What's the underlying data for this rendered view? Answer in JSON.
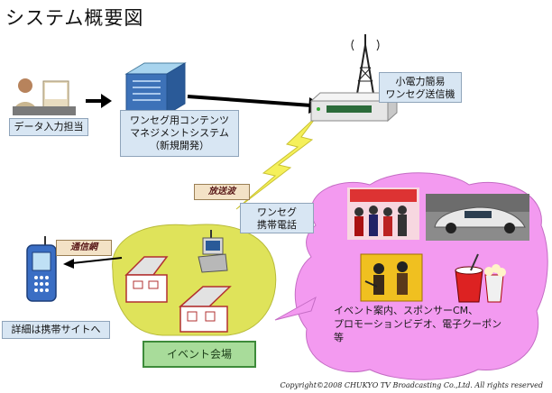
{
  "title": "システム概要図",
  "boxes": {
    "data_entry": "データ入力担当",
    "cms_line1": "ワンセグ用コンテンツ",
    "cms_line2": "マネジメントシステム",
    "cms_line3": "（新規開発）",
    "transmitter_line1": "小電力簡易",
    "transmitter_line2": "ワンセグ送信機",
    "oneseg_phone_line1": "ワンセグ",
    "oneseg_phone_line2": "携帯電話",
    "mobile_site": "詳細は携帯サイトへ",
    "venue": "イベント会場"
  },
  "tags": {
    "broadcast": "放送波",
    "network": "通信網"
  },
  "bubble": {
    "line1": "イベント案内、スポンサーCM、",
    "line2": "プロモーションビデオ、電子クーポン",
    "line3": "等"
  },
  "copyright": "Copyright©2008 CHUKYO TV Broadcasting Co.,Ltd. All rights reserved",
  "colors": {
    "bubble": "#f39af0",
    "venue_blob": "#dfe35a",
    "box_fill": "#d8e6f3",
    "lightning": "#f5f05a"
  }
}
